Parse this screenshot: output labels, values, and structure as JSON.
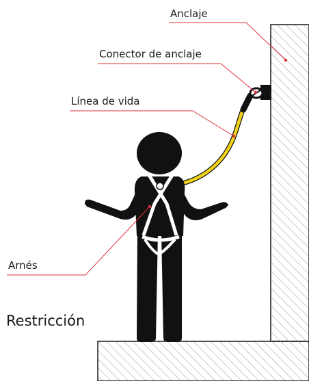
{
  "labels": {
    "anchor": "Anclaje",
    "anchor_connector": "Conector de anclaje",
    "lifeline": "Línea de vida",
    "harness": "Arnés"
  },
  "title": "Restricción",
  "colors": {
    "leader": "#e0303a",
    "lifeline": "#f2d21c",
    "figure": "#111111",
    "harness": "#ffffff",
    "hatch": "#9a9a9a"
  }
}
